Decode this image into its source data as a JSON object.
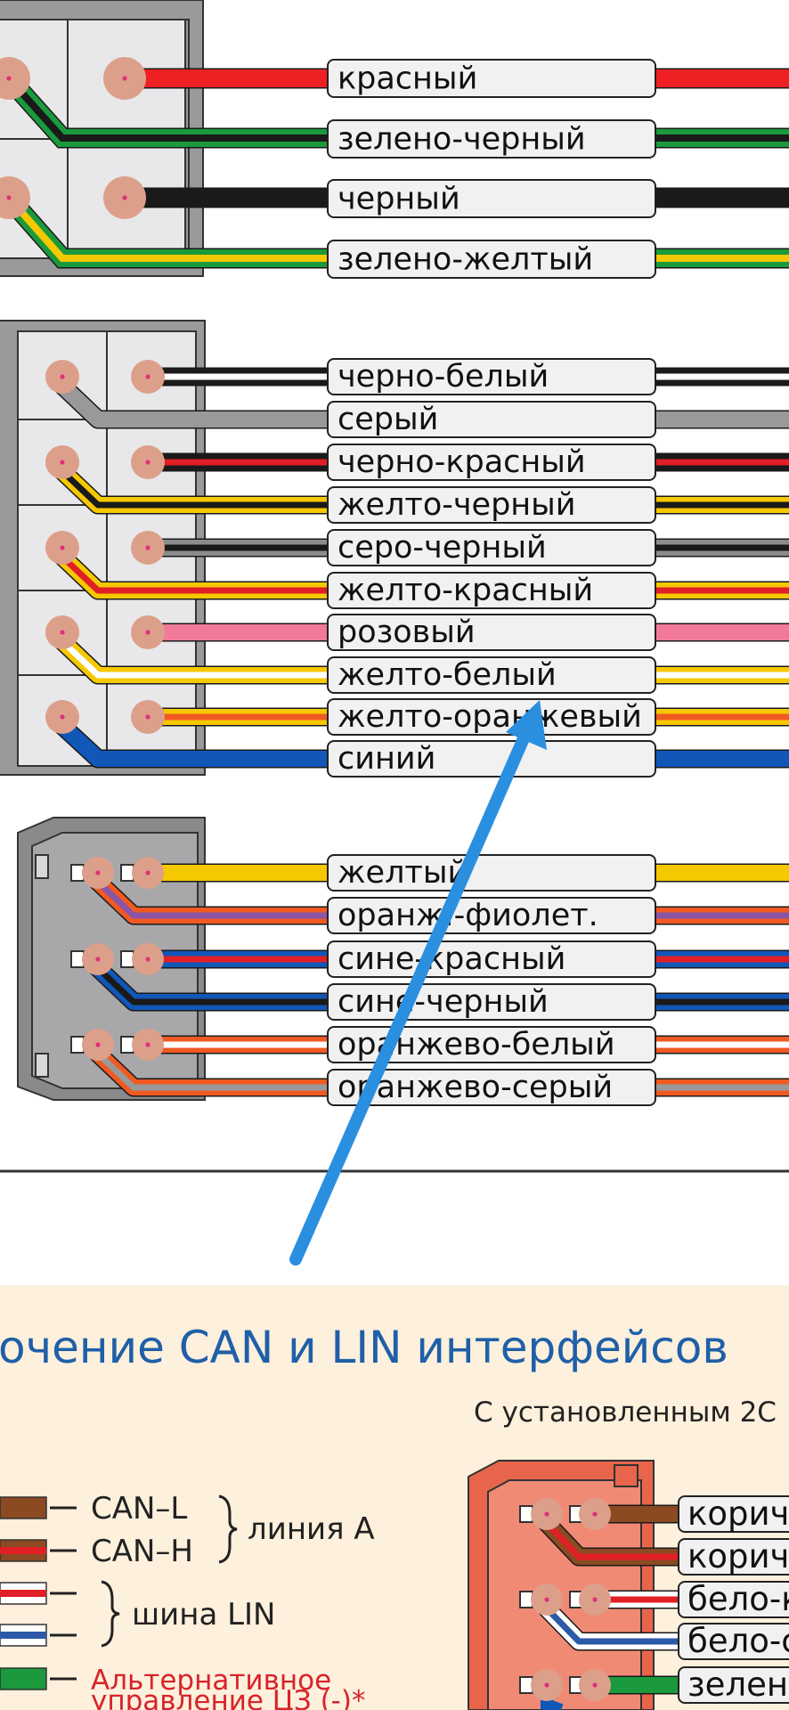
{
  "connector1_wires": [
    {
      "label": "красный",
      "colors": [
        "#ee2024"
      ]
    },
    {
      "label": "зелено-черный",
      "colors": [
        "#1a9a3c",
        "#1a1a1a"
      ]
    },
    {
      "label": "черный",
      "colors": [
        "#1a1a1a"
      ]
    },
    {
      "label": "зелено-желтый",
      "colors": [
        "#1a9a3c",
        "#f6c800"
      ]
    }
  ],
  "connector2_wires": [
    {
      "label": "черно-белый",
      "colors": [
        "#1a1a1a",
        "#ffffff"
      ]
    },
    {
      "label": "серый",
      "colors": [
        "#999999"
      ]
    },
    {
      "label": "черно-красный",
      "colors": [
        "#1a1a1a",
        "#e01f26"
      ]
    },
    {
      "label": "желто-черный",
      "colors": [
        "#f6c800",
        "#1a1a1a"
      ]
    },
    {
      "label": "серо-черный",
      "colors": [
        "#8c8c8c",
        "#1a1a1a"
      ]
    },
    {
      "label": "желто-красный",
      "colors": [
        "#f6c800",
        "#e01f26"
      ]
    },
    {
      "label": "розовый",
      "colors": [
        "#f27a98"
      ]
    },
    {
      "label": "желто-белый",
      "colors": [
        "#f6c800",
        "#ffffff"
      ]
    },
    {
      "label": "желто-оранжевый",
      "colors": [
        "#f6c800",
        "#f05a22"
      ]
    },
    {
      "label": "синий",
      "colors": [
        "#1057b8"
      ]
    }
  ],
  "connector3_wires": [
    {
      "label": "желтый",
      "colors": [
        "#f6c800"
      ]
    },
    {
      "label": "оранж.-фиолет.",
      "colors": [
        "#f05a22",
        "#8b55a6"
      ]
    },
    {
      "label": "сине-красный",
      "colors": [
        "#1057b8",
        "#e01f26"
      ]
    },
    {
      "label": "сине-черный",
      "colors": [
        "#1057b8",
        "#1a1a1a"
      ]
    },
    {
      "label": "оранжево-белый",
      "colors": [
        "#f05a22",
        "#ffffff"
      ]
    },
    {
      "label": "оранжево-серый",
      "colors": [
        "#f05a22",
        "#999999"
      ]
    }
  ],
  "section_title": "очение CAN и LIN интерфейсов",
  "section_subtitle": "С установленным 2С",
  "signals": [
    {
      "label": "CAN–L",
      "colors": [
        "#8b4a22"
      ]
    },
    {
      "label": "CAN–H",
      "colors": [
        "#8b4a22",
        "#e01f26"
      ]
    },
    {
      "label": "",
      "colors": [
        "#ffffff",
        "#e01f26"
      ]
    },
    {
      "label": "",
      "colors": [
        "#ffffff",
        "#2c5aa8"
      ]
    },
    {
      "label": "Альтернативное",
      "colors": [
        "#1a9a3c"
      ]
    }
  ],
  "signal_groups": [
    "линия А",
    "шина LIN"
  ],
  "alt_line2": "управление ЦЗ (-)*",
  "right_labels": [
    "корич",
    "корич",
    "бело-к",
    "бело-с",
    "зелен"
  ],
  "right_wire_colors": [
    [
      "#8b4a22"
    ],
    [
      "#8b4a22",
      "#e01f26"
    ],
    [
      "#ffffff",
      "#e01f26"
    ],
    [
      "#ffffff",
      "#2c5aa8"
    ],
    [
      "#1a9a3c"
    ]
  ],
  "pointer_arrow_color": "#2b8fe0",
  "panel_background": "#fdf0dc",
  "connector_body_color": "#e8654c"
}
